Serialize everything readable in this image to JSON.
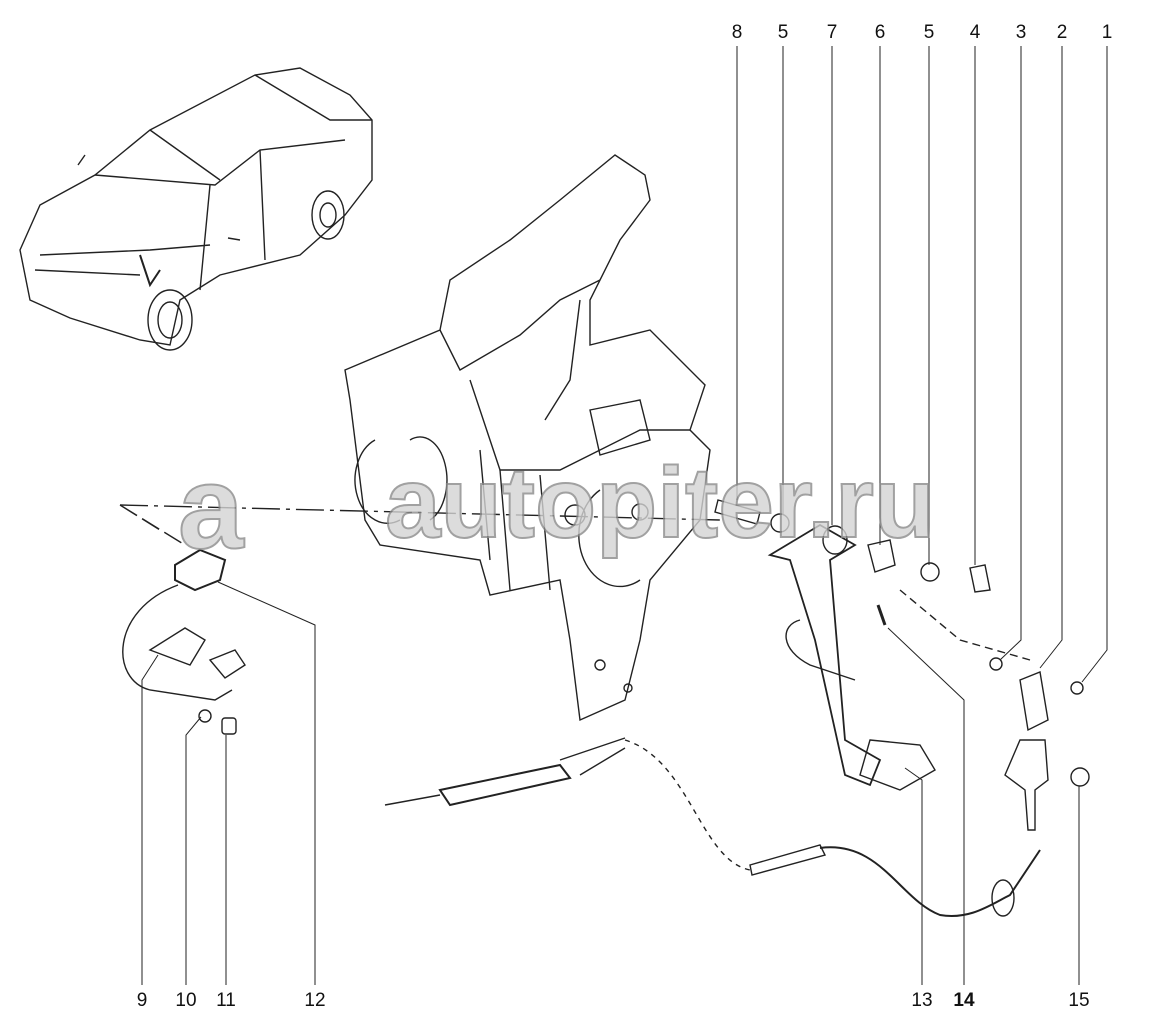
{
  "watermark": {
    "logo_letter": "a",
    "text": "autopiter.ru"
  },
  "callouts_top": [
    "8",
    "5",
    "7",
    "6",
    "5",
    "4",
    "3",
    "2",
    "1"
  ],
  "callouts_bottom": [
    "9",
    "10",
    "11",
    "12",
    "13",
    "14",
    "15"
  ]
}
